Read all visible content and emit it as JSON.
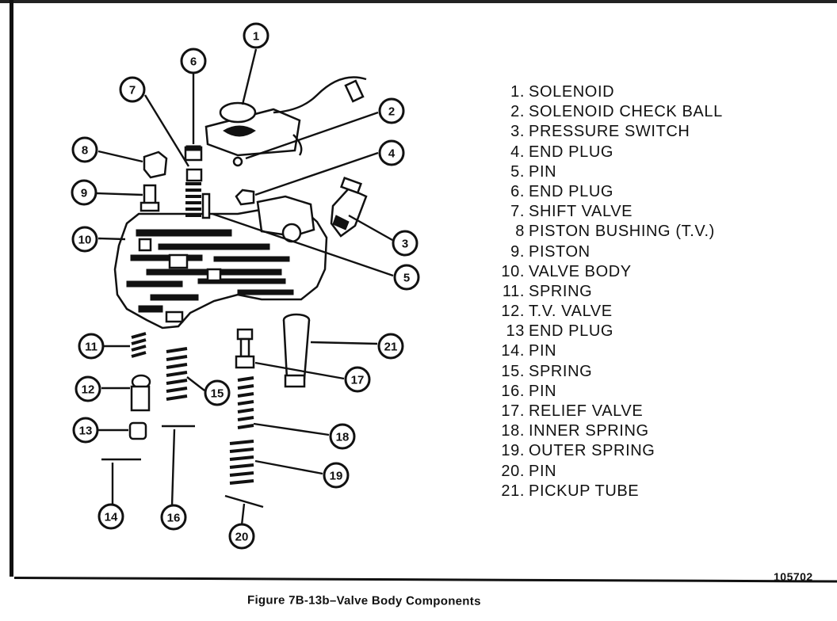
{
  "legend": [
    {
      "num": "1.",
      "label": "SOLENOID"
    },
    {
      "num": "2.",
      "label": "SOLENOID CHECK BALL"
    },
    {
      "num": "3.",
      "label": "PRESSURE SWITCH"
    },
    {
      "num": "4.",
      "label": "END PLUG"
    },
    {
      "num": "5.",
      "label": "PIN"
    },
    {
      "num": "6.",
      "label": "END PLUG"
    },
    {
      "num": "7.",
      "label": "SHIFT VALVE"
    },
    {
      "num": "8",
      "label": "PISTON BUSHING (T.V.)"
    },
    {
      "num": "9.",
      "label": "PISTON"
    },
    {
      "num": "10.",
      "label": "VALVE BODY"
    },
    {
      "num": "11.",
      "label": "SPRING"
    },
    {
      "num": "12.",
      "label": "T.V. VALVE"
    },
    {
      "num": "13",
      "label": "END PLUG"
    },
    {
      "num": "14.",
      "label": "PIN"
    },
    {
      "num": "15.",
      "label": "SPRING"
    },
    {
      "num": "16.",
      "label": "PIN"
    },
    {
      "num": "17.",
      "label": "RELIEF VALVE"
    },
    {
      "num": "18.",
      "label": "INNER SPRING"
    },
    {
      "num": "19.",
      "label": "OUTER SPRING"
    },
    {
      "num": "20.",
      "label": "PIN"
    },
    {
      "num": "21.",
      "label": "PICKUP TUBE"
    }
  ],
  "callouts": [
    "1",
    "2",
    "3",
    "4",
    "5",
    "6",
    "7",
    "8",
    "9",
    "10",
    "11",
    "12",
    "13",
    "14",
    "15",
    "16",
    "17",
    "18",
    "19",
    "20",
    "21"
  ],
  "figure_number": "105702",
  "caption": "Figure 7B-13b–Valve Body Components"
}
